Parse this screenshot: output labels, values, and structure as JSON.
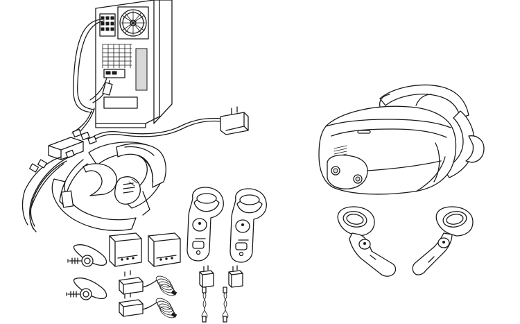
{
  "illustration": {
    "left_panel": {
      "items": [
        "pc-tower",
        "link-box",
        "tethered-headset",
        "controller-left",
        "controller-right",
        "base-station-left",
        "base-station-right",
        "mounting-kit-top",
        "mounting-kit-bottom",
        "power-adapter-link-box",
        "power-adapter-base-station-1",
        "power-adapter-base-station-2",
        "controller-charger-1",
        "controller-charger-2",
        "usb-cable-1",
        "usb-cable-2"
      ]
    },
    "right_panel": {
      "items": [
        "standalone-headset",
        "standalone-controller-left",
        "standalone-controller-right"
      ]
    },
    "colors": {
      "line": "#1a1a1a",
      "fill": "#ffffff",
      "shade": "#d8d8d8"
    }
  }
}
